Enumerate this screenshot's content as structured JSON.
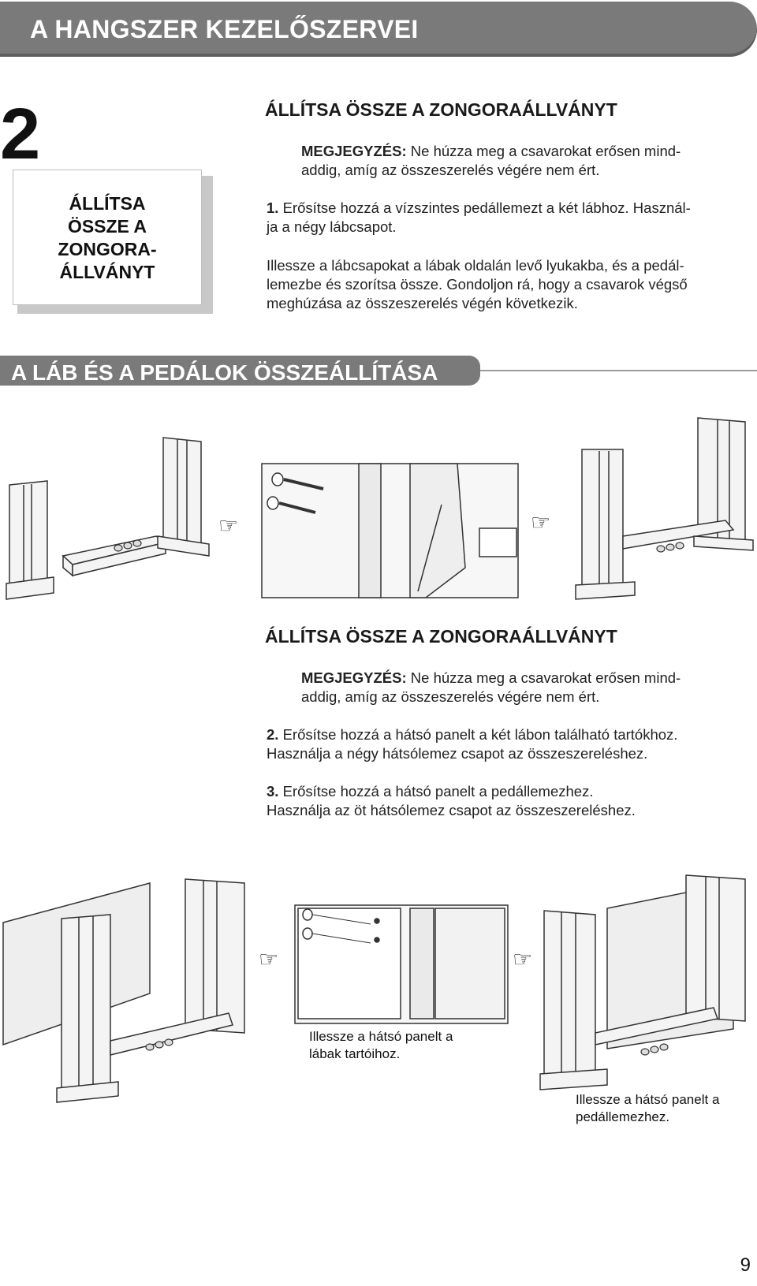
{
  "header": {
    "title": "A HANGSZER KEZELŐSZERVEI"
  },
  "step": {
    "number": "2"
  },
  "side_box": {
    "lines": [
      "ÁLLÍTSA",
      "ÖSSZE A",
      "ZONGORA-",
      "ÁLLVÁNYT"
    ]
  },
  "section1": {
    "title": "ÁLLÍTSA ÖSSZE A ZONGORAÁLLVÁNYT",
    "note_label": "MEGJEGYZÉS:",
    "note_line1": " Ne húzza meg a csavarokat erősen mind-",
    "note_line2": "addig, amíg az összeszerelés végére nem ért.",
    "step1_num": "1.",
    "step1_line1": " Erősítse hozzá a vízszintes pedállemezt a két lábhoz. Használ-",
    "step1_line2": "ja a négy lábcsapot.",
    "para_line1": "Illessze a lábcsapokat a lábak oldalán levő lyukakba, és a pedál-",
    "para_line2": "lemezbe és szorítsa össze. Gondoljon rá, hogy a csavarok végső",
    "para_line3": "meghúzása az összeszerelés végén következik."
  },
  "banner": {
    "title": "A LÁB ÉS A PEDÁLOK ÖSSZEÁLLÍTÁSA"
  },
  "section2": {
    "title": "ÁLLÍTSA ÖSSZE A ZONGORAÁLLVÁNYT",
    "note_label": "MEGJEGYZÉS:",
    "note_line1": " Ne húzza meg a csavarokat erősen mind-",
    "note_line2": "addig, amíg az összeszerelés végére nem ért.",
    "step2_num": "2.",
    "step2_line1": " Erősítse hozzá a hátsó panelt a két lábon található tartókhoz.",
    "step2_line2": "Használja a négy hátsólemez csapot az összeszereléshez.",
    "step3_num": "3.",
    "step3_line1": " Erősítse hozzá a hátsó panelt a pedállemezhez.",
    "step3_line2": "Használja az öt hátsólemez csapot az összeszereléshez."
  },
  "captions": {
    "caption1_line1": "Illessze a hátsó panelt a",
    "caption1_line2": "lábak tartóihoz.",
    "caption2_line1": "Illessze a hátsó panelt a",
    "caption2_line2": "pedállemezhez."
  },
  "page_number": "9",
  "colors": {
    "bar_gray": "#7a7a7a",
    "text": "#1a1a1a"
  },
  "icons": [
    "pointing-hand-icon"
  ]
}
